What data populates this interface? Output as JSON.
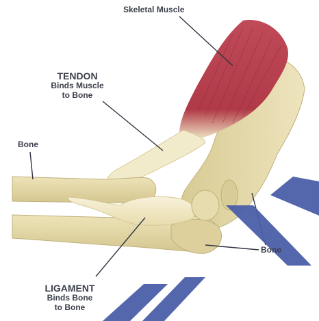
{
  "labels": {
    "skeletal_muscle": "Skeletal Muscle",
    "tendon": {
      "title": "TENDON",
      "line1": "Binds Muscle",
      "line2": "to Bone"
    },
    "bone_left": "Bone",
    "bone_right": "Bone",
    "ligament": {
      "title": "LIGAMENT",
      "line1": "Binds Bone",
      "line2": "to Bone"
    }
  },
  "colors": {
    "muscle": "#b03a48",
    "bone": "#e6dcae",
    "bone_shadow": "#cdbf87",
    "tendon": "#f2ebcb",
    "leader_line": "#2f3340",
    "label_text": "#3b3f4a",
    "watermark": "#4b5ea8"
  }
}
